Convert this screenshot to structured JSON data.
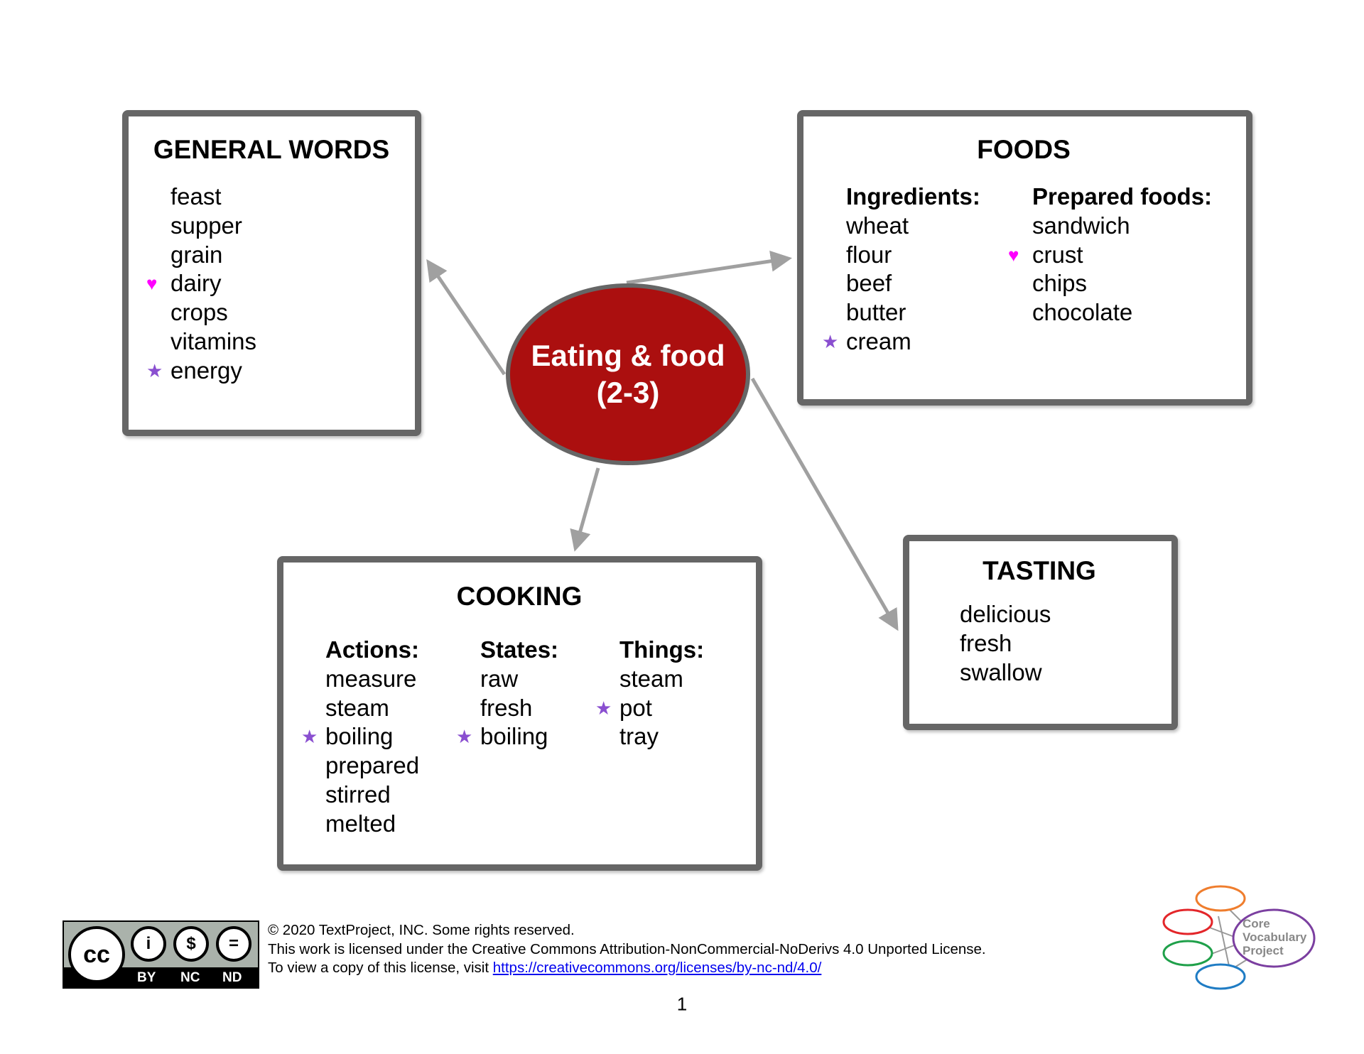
{
  "center": {
    "line1": "Eating & food",
    "line2": "(2-3)"
  },
  "colors": {
    "center_fill": "#ab0f0f",
    "box_border": "#666666",
    "arrow": "#a0a0a0",
    "heart": "#ff00ff",
    "star": "#8a4fd0"
  },
  "general_words": {
    "title": "GENERAL WORDS",
    "items": [
      {
        "text": "feast"
      },
      {
        "text": "supper"
      },
      {
        "text": "grain"
      },
      {
        "text": "dairy",
        "icon": "heart"
      },
      {
        "text": "crops"
      },
      {
        "text": "vitamins"
      },
      {
        "text": "energy",
        "icon": "star"
      }
    ]
  },
  "foods": {
    "title": "FOODS",
    "columns": [
      {
        "header": "Ingredients:",
        "items": [
          {
            "text": "wheat"
          },
          {
            "text": "flour"
          },
          {
            "text": "beef"
          },
          {
            "text": "butter"
          },
          {
            "text": "cream",
            "icon": "star"
          }
        ]
      },
      {
        "header": "Prepared foods:",
        "items": [
          {
            "text": "sandwich"
          },
          {
            "text": "crust",
            "icon": "heart"
          },
          {
            "text": "chips"
          },
          {
            "text": "chocolate"
          }
        ]
      }
    ]
  },
  "cooking": {
    "title": "COOKING",
    "columns": [
      {
        "header": "Actions:",
        "items": [
          {
            "text": "measure"
          },
          {
            "text": "steam"
          },
          {
            "text": "boiling",
            "icon": "star"
          },
          {
            "text": "prepared"
          },
          {
            "text": "stirred"
          },
          {
            "text": "melted"
          }
        ]
      },
      {
        "header": "States:",
        "items": [
          {
            "text": "raw"
          },
          {
            "text": "fresh"
          },
          {
            "text": "boiling",
            "icon": "star"
          }
        ]
      },
      {
        "header": "Things:",
        "items": [
          {
            "text": "steam"
          },
          {
            "text": "pot",
            "icon": "star"
          },
          {
            "text": "tray"
          }
        ]
      }
    ]
  },
  "tasting": {
    "title": "TASTING",
    "items": [
      {
        "text": "delicious"
      },
      {
        "text": "fresh"
      },
      {
        "text": "swallow"
      }
    ]
  },
  "footer": {
    "line1": "© 2020 TextProject, INC. Some rights reserved.",
    "line2": "This work is licensed under the Creative Commons Attribution-NonCommercial-NoDerivs 4.0 Unported License.",
    "line3_prefix": "To view a copy of this license, visit ",
    "link": "https://creativecommons.org/licenses/by-nc-nd/4.0/",
    "cc_labels": [
      "BY",
      "NC",
      "ND"
    ],
    "logo_text": [
      "Core",
      "Vocabulary",
      "Project"
    ],
    "page_number": "1"
  }
}
